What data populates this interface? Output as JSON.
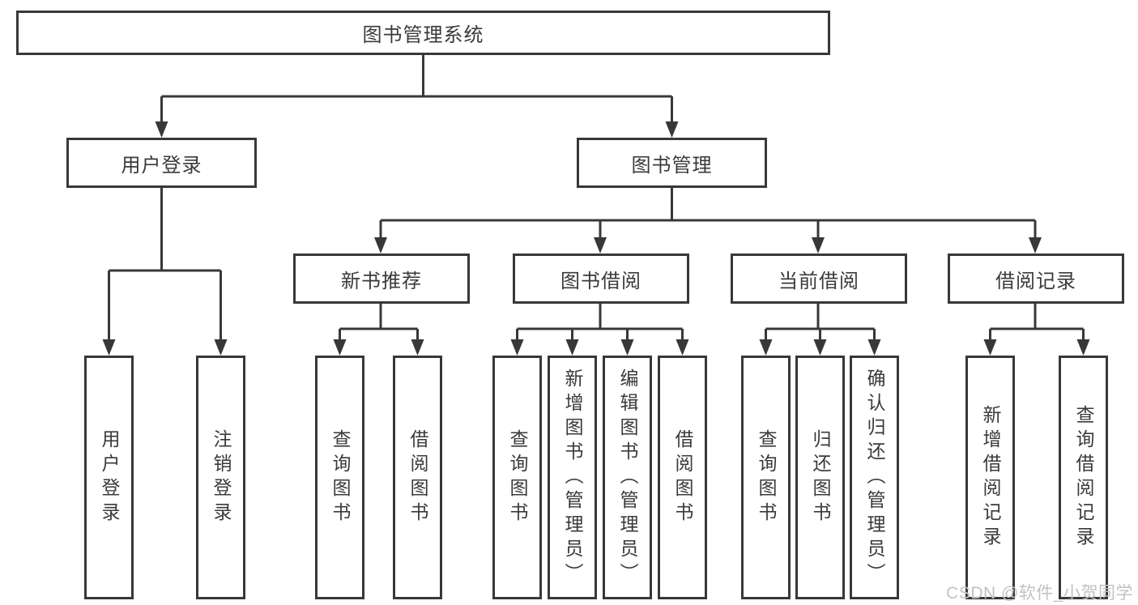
{
  "tree": {
    "root": "图书管理系统",
    "level2": {
      "user_login": "用户登录",
      "book_mgmt": "图书管理"
    },
    "level3": {
      "new_books": "新书推荐",
      "borrowing": "图书借阅",
      "current": "当前借阅",
      "records": "借阅记录"
    },
    "leaves": {
      "login": [
        "用户登录",
        "注销登录"
      ],
      "new_books": [
        "查询图书",
        "借阅图书"
      ],
      "borrowing": [
        "查询图书",
        "新增图书（管理员）",
        "编辑图书（管理员）",
        "借阅图书"
      ],
      "current": [
        "查询图书",
        "归还图书",
        "确认归还（管理员）"
      ],
      "records": [
        "新增借阅记录",
        "查询借阅记录"
      ]
    }
  },
  "watermark": "CSDN @软件_小贺同学",
  "colors": {
    "line": "#383838",
    "text": "#3a3a3a",
    "background": "#ffffff",
    "watermark": "#c2c2c2"
  }
}
